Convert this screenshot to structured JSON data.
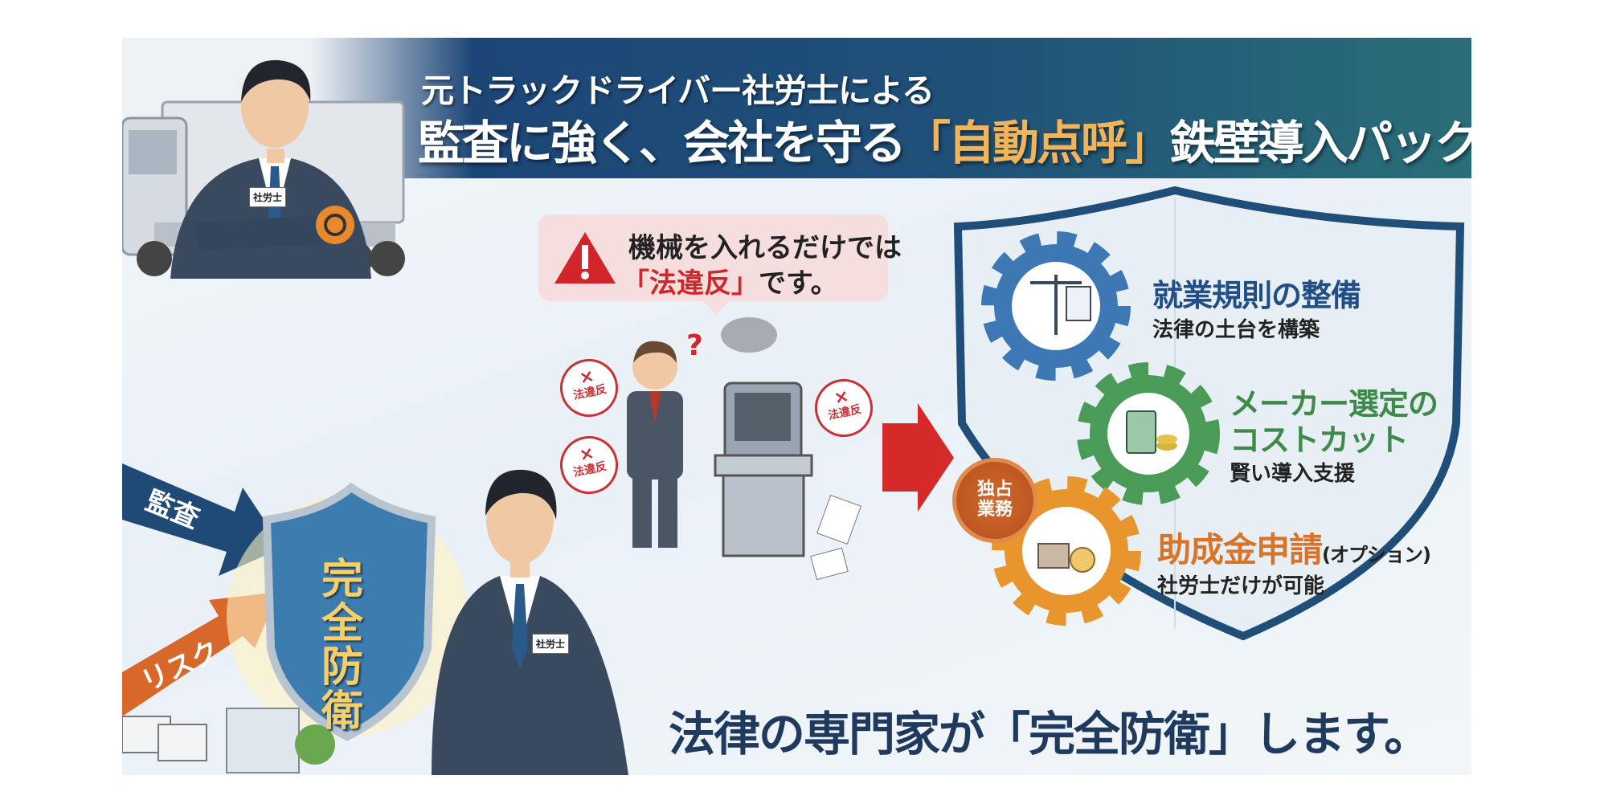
{
  "header": {
    "line1": "元トラックドライバー社労士による",
    "line2_prefix": "監査に強く、会社を守る",
    "line2_highlight": "「自動点呼」",
    "line2_suffix": "鉄壁導入パック"
  },
  "warning": {
    "line1": "機械を入れるだけでは",
    "line2_highlight": "「法違反」",
    "line2_suffix": "です。",
    "icon": "warning-triangle-icon"
  },
  "stamps": [
    {
      "mark": "×",
      "text": "法違反"
    },
    {
      "mark": "×",
      "text": "法違反"
    },
    {
      "mark": "×",
      "text": "法違反"
    }
  ],
  "question_mark": "?",
  "services": [
    {
      "title": "就業規則の整備",
      "subtitle": "法律の土台を構築",
      "color": "#1f4f86",
      "icon": "scales-document-icon"
    },
    {
      "title_line1": "メーカー選定の",
      "title_line2": "コストカット",
      "subtitle": "賢い導入支援",
      "color": "#3f8a4a",
      "icon": "calculator-coins-icon"
    },
    {
      "title": "助成金申請",
      "title_note": "(オプション)",
      "subtitle": "社労士だけが可能",
      "color": "#d8742a",
      "icon": "government-money-bag-icon"
    }
  ],
  "badge": {
    "line1": "独占",
    "line2": "業務"
  },
  "threats": [
    {
      "label": "監査",
      "color": "#1f4a76"
    },
    {
      "label": "リスク",
      "color": "#d8682a"
    }
  ],
  "shield_text": {
    "line1": "完全",
    "line2": "防衛"
  },
  "name_tag": "社労士",
  "tagline": {
    "prefix": "法律の専門家が",
    "highlight": "「完全防衛」",
    "suffix": "します。"
  }
}
